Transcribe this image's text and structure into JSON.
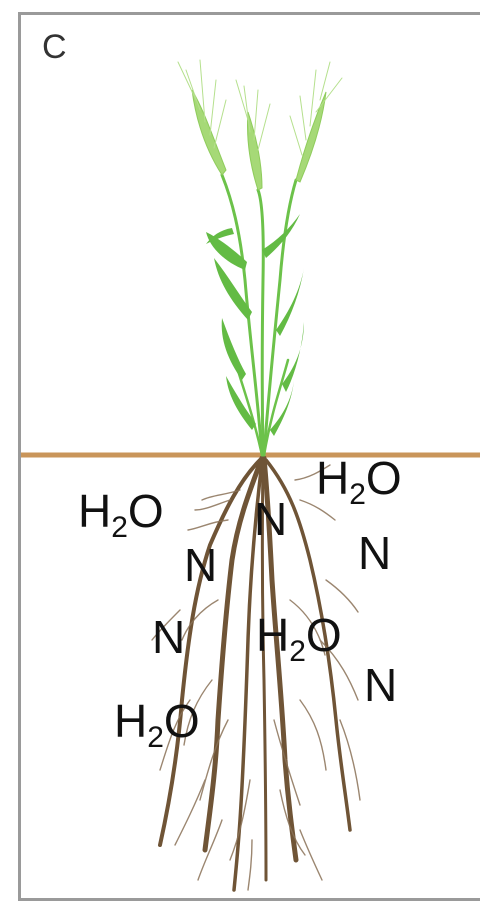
{
  "panel_letter": "C",
  "soil_line_color": "#c9955a",
  "shoot_color": "#6cc24a",
  "root_color": "#7a5e3f",
  "labels": {
    "water_main": "H",
    "water_sub": "2",
    "water_end": "O",
    "nitrogen": "N"
  }
}
